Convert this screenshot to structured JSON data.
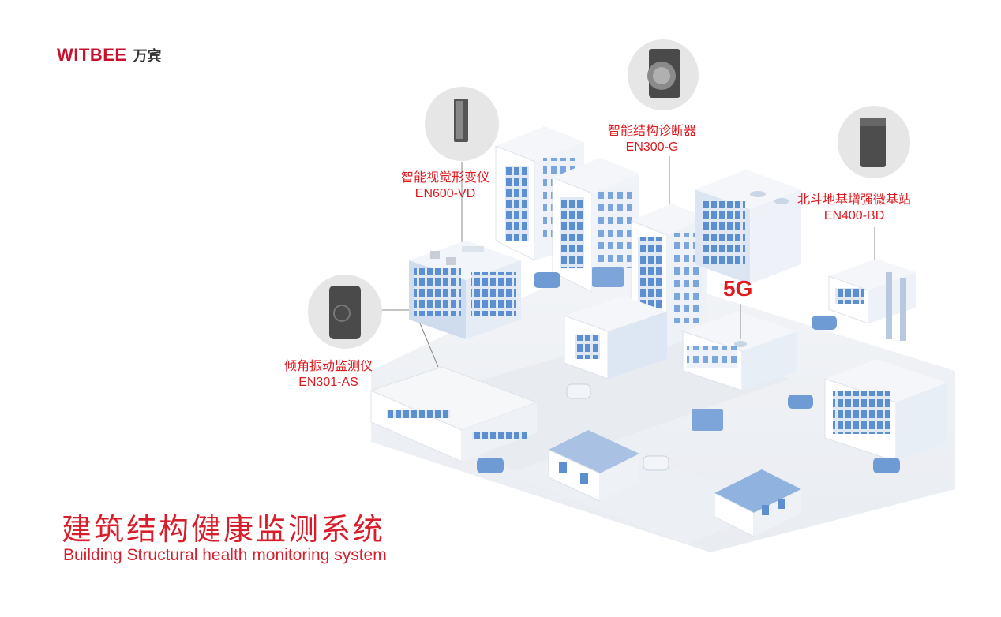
{
  "brand": {
    "name_en": "WITBEE",
    "name_cn": "万宾",
    "color": "#c8102e"
  },
  "devices": [
    {
      "id": "vd",
      "name": "智能视觉形变仪",
      "model": "EN600-VD",
      "icon": "visual-deformation-device-icon"
    },
    {
      "id": "g",
      "name": "智能结构诊断器",
      "model": "EN300-G",
      "icon": "structural-diagnoser-icon"
    },
    {
      "id": "bd",
      "name": "北斗地基增强微基站",
      "model": "EN400-BD",
      "icon": "beidou-base-station-icon"
    },
    {
      "id": "as",
      "name": "倾角振动监测仪",
      "model": "EN301-AS",
      "icon": "tilt-vibration-monitor-icon"
    }
  ],
  "network_label": "5G",
  "title": {
    "cn": "建筑结构健康监测系统",
    "en": "Building Structural health monitoring system",
    "color": "#d81e2a"
  }
}
